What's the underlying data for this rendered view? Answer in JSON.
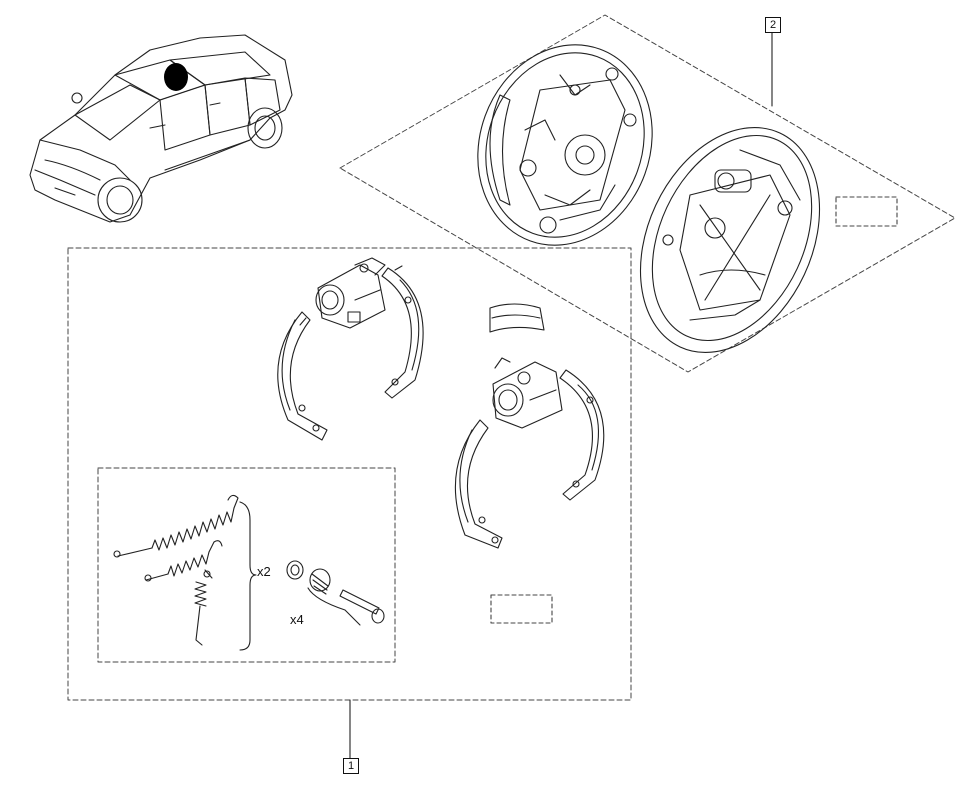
{
  "callouts": {
    "kit_1": "1",
    "kit_2": "2"
  },
  "quantities": {
    "springs": "x2",
    "pins": "x4"
  },
  "colors": {
    "line": "#222222",
    "dash": "#444444",
    "fill": "#ffffff",
    "spot": "#000000"
  }
}
